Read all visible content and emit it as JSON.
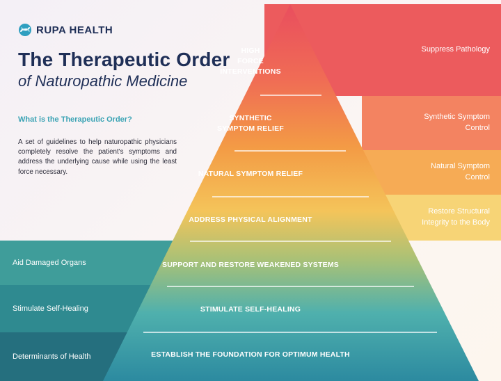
{
  "brand": {
    "name": "RUPA HEALTH",
    "logo_icon": "rupa-logo-icon"
  },
  "title": {
    "line1": "The Therapeutic Order",
    "line2": "of Naturopathic Medicine"
  },
  "section": {
    "question": "What is the Therapeutic Order?",
    "description": "A set of guidelines to help naturopathic physicians completely resolve the patient's symptoms and address the underlying cause while using the least force necessary."
  },
  "pyramid": {
    "tiers": [
      {
        "label": "HIGH\nFORCE\nINTERVENTIONS",
        "color": "#ec5a5e"
      },
      {
        "label": "SYNTHETIC\nSYMPTOM RELIEF",
        "color": "#f17c58"
      },
      {
        "label": "NATURAL SYMPTOM RELIEF",
        "color": "#f2a545"
      },
      {
        "label": "ADDRESS PHYSICAL ALIGNMENT",
        "color": "#f3c75a"
      },
      {
        "label": "SUPPORT AND RESTORE WEAKENED SYSTEMS",
        "color": "#8fbc7c"
      },
      {
        "label": "STIMULATE SELF-HEALING",
        "color": "#45aeb0"
      },
      {
        "label": "ESTABLISH THE FOUNDATION FOR OPTIMUM HEALTH",
        "color": "#2f8fa2"
      }
    ]
  },
  "right_bands": [
    {
      "label": "Suppress Pathology",
      "color": "#ec5b5d"
    },
    {
      "label": "Synthetic Symptom\nControl",
      "color": "#f38361"
    },
    {
      "label": "Natural Symptom\nControl",
      "color": "#f6ab55"
    },
    {
      "label": "Restore Structural\nIntegrity to the Body",
      "color": "#f7d476"
    }
  ],
  "left_bands": [
    {
      "label": "Aid Damaged Organs",
      "color": "#3f9d9a"
    },
    {
      "label": "Stimulate Self-Healing",
      "color": "#2f8a90"
    },
    {
      "label": "Determinants of Health",
      "color": "#256f7e"
    }
  ]
}
